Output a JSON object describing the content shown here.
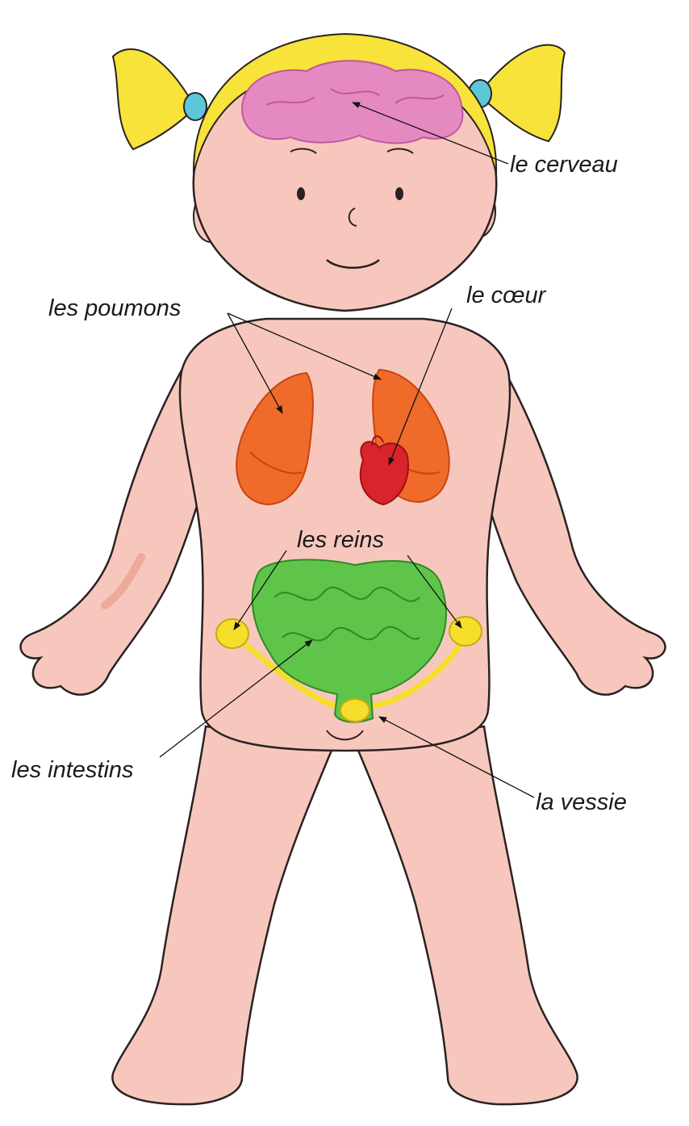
{
  "labels": {
    "cerveau": "le cerveau",
    "poumons": "les poumons",
    "coeur": "le cœur",
    "reins": "les reins",
    "intestins": "les intestins",
    "vessie": "la vessie"
  },
  "colors": {
    "skin": "#f7c7bd",
    "skin_shadow": "#eea99a",
    "outline": "#2a2222",
    "hair": "#f7e33a",
    "hair_tie": "#5ac8d8",
    "brain": "#e58ac0",
    "lungs": "#f06a2a",
    "heart": "#d8242a",
    "intestines": "#5fc44a",
    "kidneys_bladder": "#f6de2a"
  }
}
